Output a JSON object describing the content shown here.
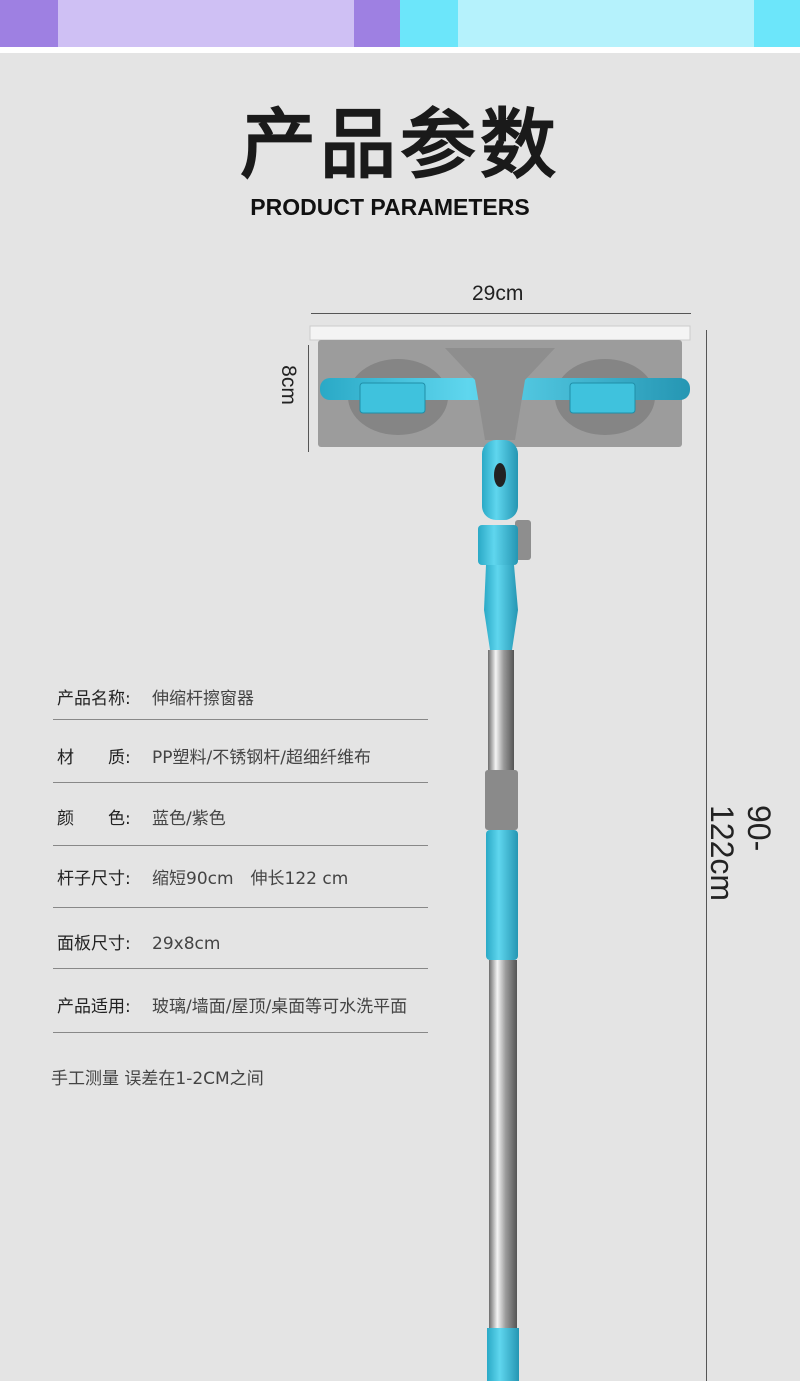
{
  "colors": {
    "purple_dark": "#9e80e2",
    "purple_light": "#cfc0f4",
    "cyan_dark": "#6ce6fa",
    "cyan_light": "#b5f2fc",
    "background": "#e4e4e4",
    "product_blue": "#3fc2dd",
    "product_gray": "#8e8e8e"
  },
  "header": {
    "title": "产品参数",
    "subtitle": "PRODUCT PARAMETERS"
  },
  "dimensions": {
    "width": "29cm",
    "height": "8cm",
    "length": "90-122cm"
  },
  "specs": [
    {
      "label": "产品名称:",
      "value": "伸缩杆擦窗器"
    },
    {
      "label": "材　　质:",
      "value": "PP塑料/不锈钢杆/超细纤维布"
    },
    {
      "label": "颜　　色:",
      "value": "蓝色/紫色"
    },
    {
      "label": "杆子尺寸:",
      "value": "缩短90cm　伸长122 cm"
    },
    {
      "label": "面板尺寸:",
      "value": "29x8cm"
    },
    {
      "label": "产品适用:",
      "value": "玻璃/墙面/屋顶/桌面等可水洗平面"
    }
  ],
  "note": "手工测量 误差在1-2CM之间"
}
